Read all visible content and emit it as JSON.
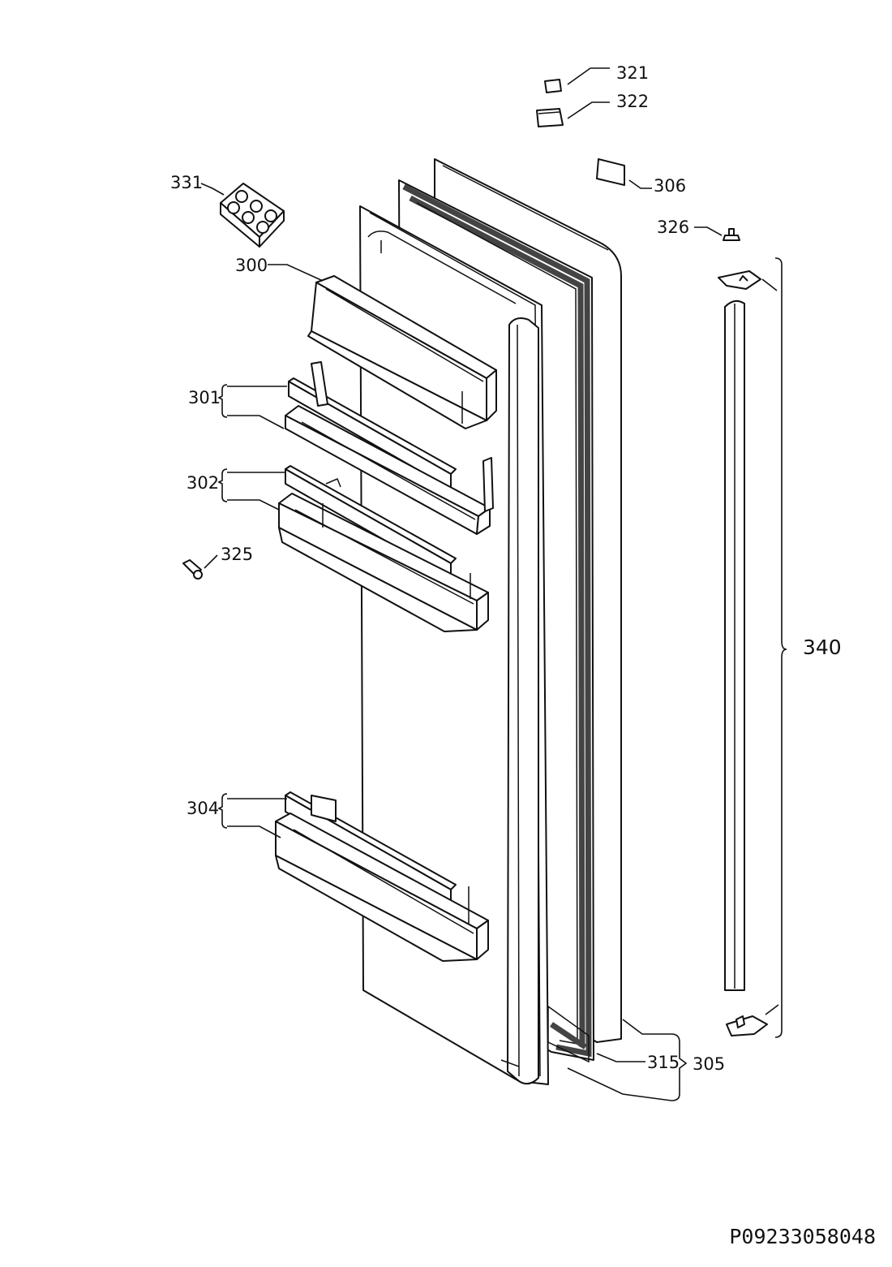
{
  "diagram": {
    "labels": {
      "p321": "321",
      "p322": "322",
      "p306": "306",
      "p331": "331",
      "p326": "326",
      "p300": "300",
      "p301": "301",
      "p302": "302",
      "p325": "325",
      "p340": "340",
      "p304": "304",
      "p315": "315",
      "p305": "305"
    },
    "drawing_code": "P09233058048"
  }
}
